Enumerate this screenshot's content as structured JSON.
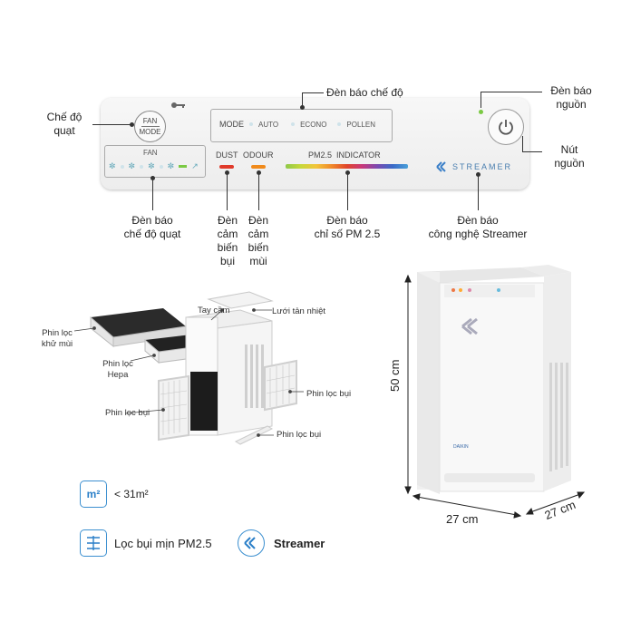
{
  "callouts": {
    "fan_mode": [
      "Chế độ",
      "quạt"
    ],
    "mode_indicator": "Đèn báo chế độ",
    "power_indicator": [
      "Đèn báo",
      "nguồn"
    ],
    "power_button": [
      "Nút",
      "nguồn"
    ],
    "fan_indicator": [
      "Đèn báo",
      "chế độ quạt"
    ],
    "dust_sensor": [
      "Đèn",
      "cảm",
      "biến",
      "bụi"
    ],
    "odour_sensor": [
      "Đèn",
      "cảm",
      "biến",
      "mùi"
    ],
    "pm_indicator": [
      "Đèn báo",
      "chỉ số PM 2.5"
    ],
    "streamer_indicator": [
      "Đèn báo",
      "công nghệ Streamer"
    ]
  },
  "panel": {
    "fan_button": [
      "FAN",
      "MODE"
    ],
    "mode_label": "MODE",
    "modes": [
      "AUTO",
      "ECONO",
      "POLLEN"
    ],
    "fan_title": "FAN",
    "dust": "DUST",
    "odour": "ODOUR",
    "pm_label": "PM2.5  INDICATOR",
    "streamer": "STREAMER",
    "colors": {
      "dust": "#e03a2a",
      "odour": "#f08a1a",
      "power_led": "#7ac943"
    }
  },
  "exploded": {
    "handle": "Tay cầm",
    "heat_mesh": "Lưới tản nhiệt",
    "deodorizing_filter": [
      "Phin lọc",
      "khử mùi"
    ],
    "hepa_filter": [
      "Phin lọc",
      "Hepa"
    ],
    "dust_filter_right": "Phin lọc bụi",
    "dust_filter_left": "Phin lọc bụi",
    "dust_filter_bottom": "Phin lọc bụi"
  },
  "dimensions": {
    "height": "50 cm",
    "width": "27 cm",
    "depth": "27 cm"
  },
  "features": {
    "area_icon": "m²",
    "area_text": "< 31m²",
    "pm_text": "Lọc bụi mịn PM2.5",
    "streamer_text": "Streamer"
  }
}
